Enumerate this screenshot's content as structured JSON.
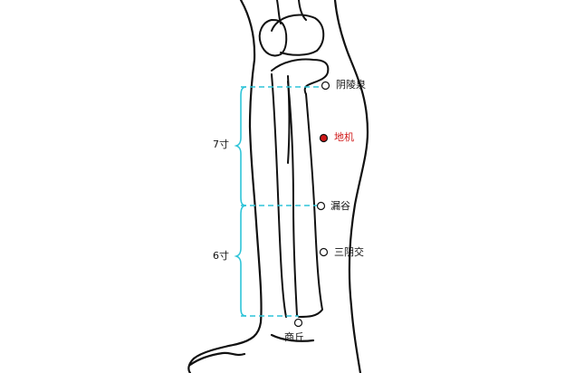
{
  "acupoints": {
    "yinlingquan": {
      "label": "阴陵泉"
    },
    "diji": {
      "label": "地机",
      "color": "#d01818"
    },
    "lougu": {
      "label": "漏谷"
    },
    "sanyinjiao": {
      "label": "三阴交"
    },
    "shangqiu": {
      "label": "商丘"
    }
  },
  "measurements": {
    "upper": {
      "label": "7寸"
    },
    "lower": {
      "label": "6寸"
    }
  },
  "colors": {
    "outline": "#111111",
    "guide": "#2ec4d8",
    "point_highlight": "#d01818"
  }
}
